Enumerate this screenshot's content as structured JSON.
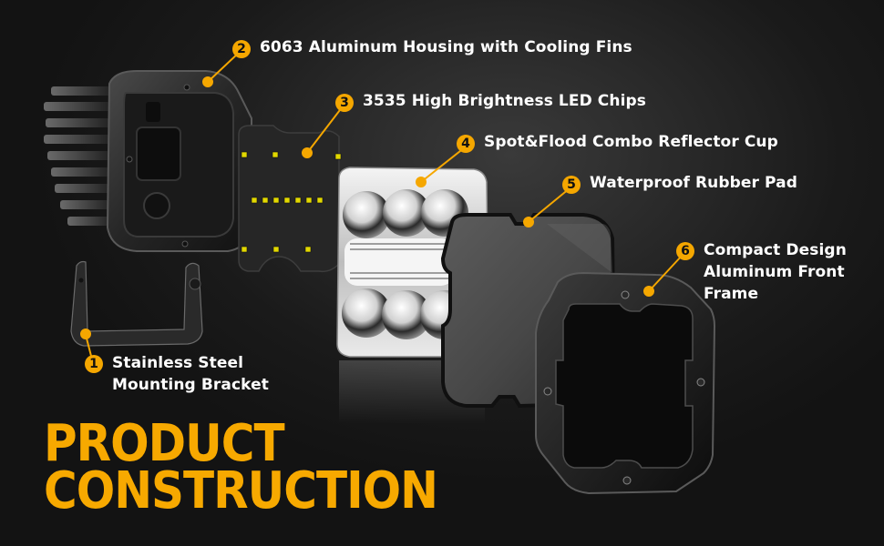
{
  "title": {
    "line1": "PRODUCT",
    "line2": "CONSTRUCTION"
  },
  "accent_color": "#f5a700",
  "callouts": [
    {
      "number": "1",
      "lines": [
        "Stainless Steel",
        "Mounting Bracket"
      ]
    },
    {
      "number": "2",
      "lines": [
        "6063 Aluminum Housing with Cooling Fins"
      ]
    },
    {
      "number": "3",
      "lines": [
        "3535 High Brightness LED Chips"
      ]
    },
    {
      "number": "4",
      "lines": [
        "Spot&Flood Combo Reflector Cup"
      ]
    },
    {
      "number": "5",
      "lines": [
        "Waterproof Rubber Pad"
      ]
    },
    {
      "number": "6",
      "lines": [
        "Compact Design",
        "Aluminum Front",
        "Frame"
      ]
    }
  ],
  "components": [
    {
      "name": "mounting-bracket"
    },
    {
      "name": "aluminum-housing"
    },
    {
      "name": "led-board"
    },
    {
      "name": "reflector-cup"
    },
    {
      "name": "rubber-pad"
    },
    {
      "name": "front-frame"
    }
  ]
}
